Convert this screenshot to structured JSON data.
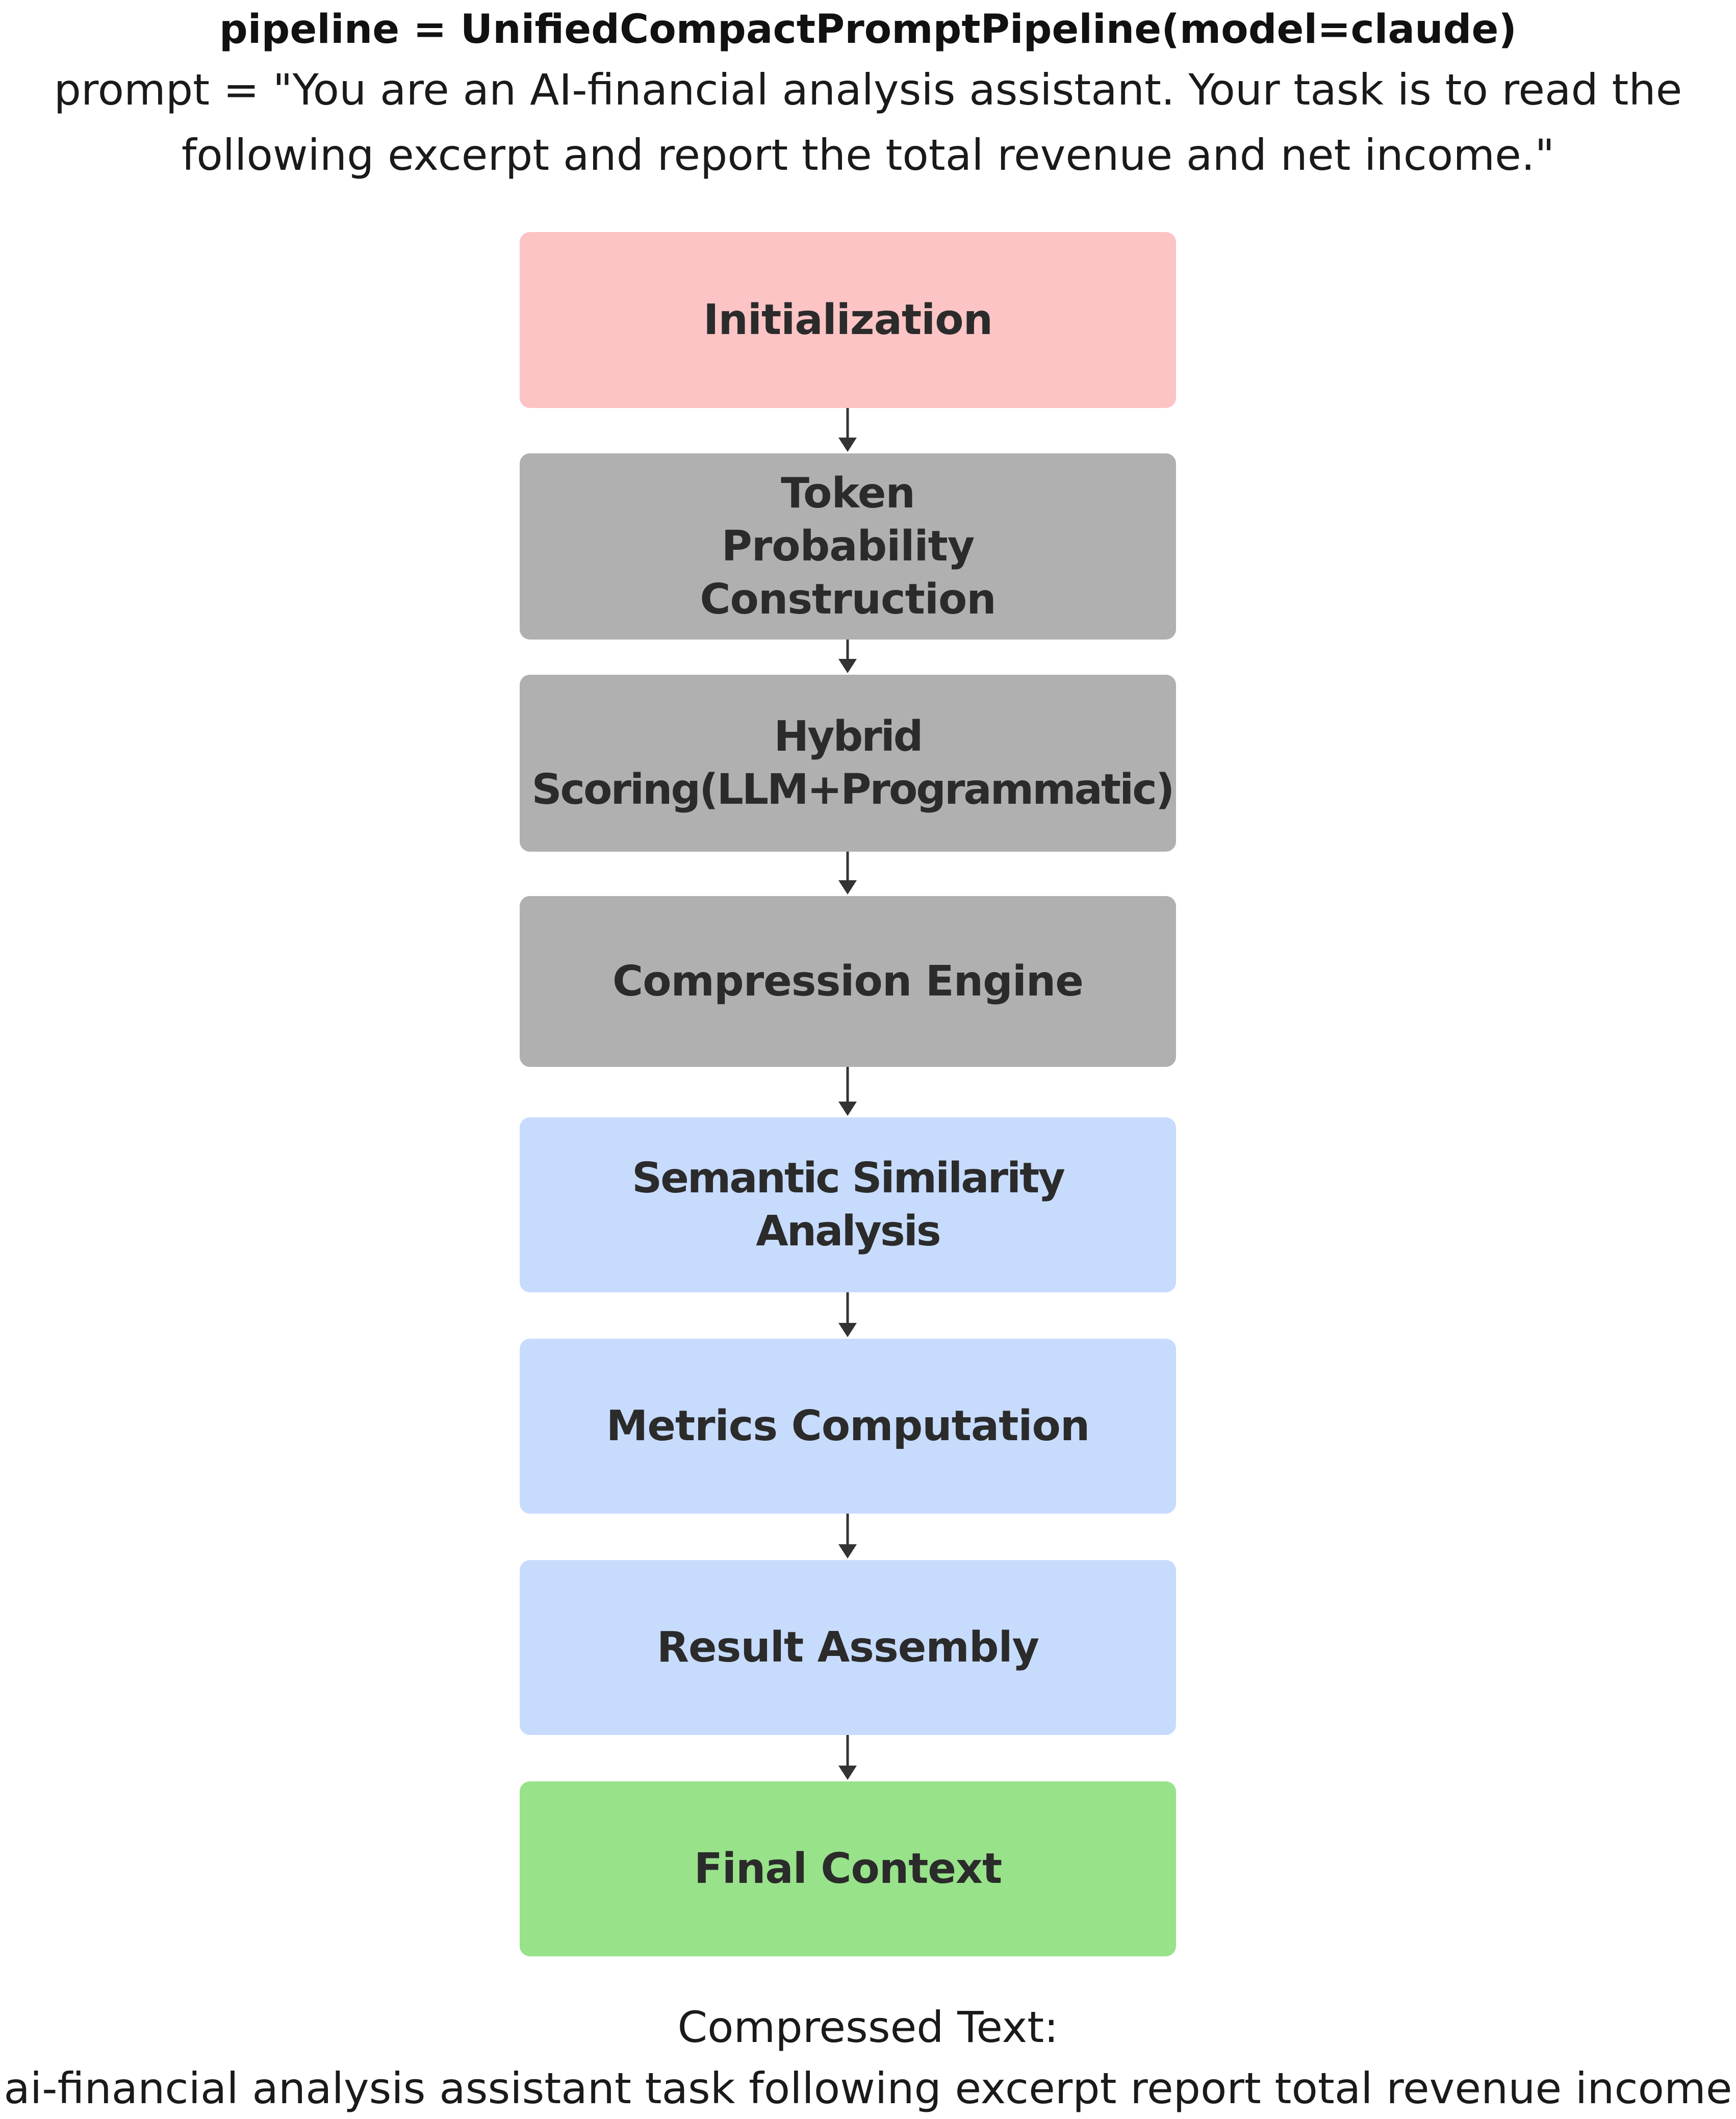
{
  "header": {
    "code_line": "pipeline = UnifiedCompactPromptPipeline(model=claude)",
    "prompt_line": "prompt = \"You are an AI-financial analysis assistant. Your task is to read the following excerpt and report the total revenue and net income.\""
  },
  "steps": [
    {
      "label": "Initialization",
      "color": "#fcc4c4"
    },
    {
      "label": "Token Probability Construction",
      "color": "#b0b0b0"
    },
    {
      "label": "Hybrid Scoring(LLM+Programmatic)",
      "color": "#b0b0b0"
    },
    {
      "label": "Compression Engine",
      "color": "#b0b0b0"
    },
    {
      "label": "Semantic Similarity Analysis",
      "color": "#c7dbfc"
    },
    {
      "label": "Metrics Computation",
      "color": "#c7dbfc"
    },
    {
      "label": "Result Assembly",
      "color": "#c7dbfc"
    },
    {
      "label": "Final Context",
      "color": "#98e28a"
    }
  ],
  "footer": {
    "title": "Compressed Text:",
    "text": "ai-financial analysis assistant task following excerpt report total revenue income"
  }
}
